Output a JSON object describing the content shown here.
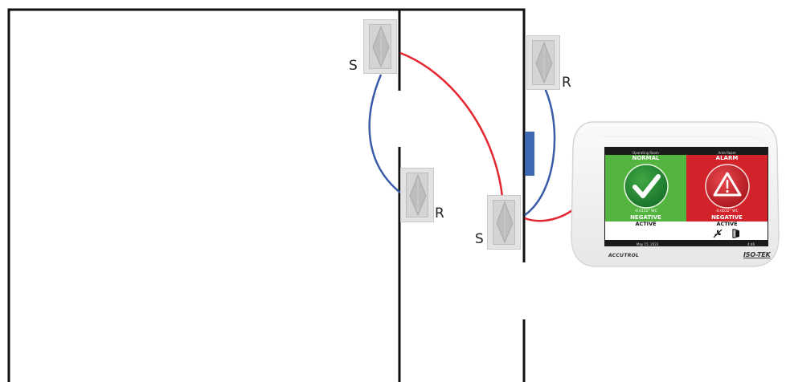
{
  "sensors": [
    {
      "label": "S"
    },
    {
      "label": "R"
    },
    {
      "label": "R"
    },
    {
      "label": "S"
    }
  ],
  "monitor": {
    "left_pane": {
      "caption": "Operating Room",
      "status": "NORMAL",
      "pressure": "-0.0152\" WC",
      "polarity": "NEGATIVE",
      "mode": "ACTIVE",
      "color": "#53b43f"
    },
    "right_pane": {
      "caption": "Ante Room",
      "status": "ALARM",
      "pressure": "-0.0032\" WC",
      "polarity": "NEGATIVE",
      "mode": "ACTIVE",
      "color": "#d2232a"
    },
    "footer_date": "May 15, 2023",
    "footer_time": "4:46",
    "brand_left": "ACCUTROL",
    "brand_right": "ISO-TEK"
  },
  "colors": {
    "wire_red": "#e3262f",
    "wire_blue": "#3a5ca8",
    "door_marker": "#3f68b3",
    "walls": "#111111"
  }
}
